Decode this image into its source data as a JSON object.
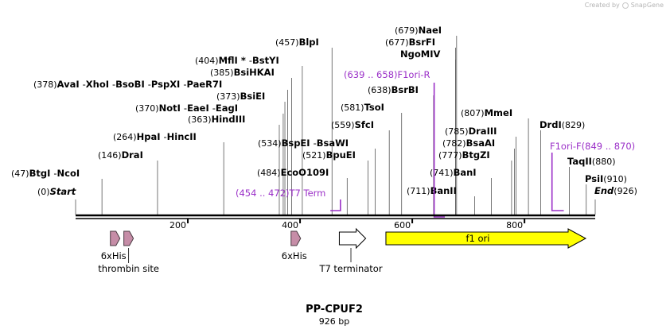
{
  "creator": {
    "prefix": "Created by",
    "brand": "SnapGene"
  },
  "map": {
    "title": "PP-CPUF2",
    "length_label": "926 bp",
    "length_bp": 926,
    "ruler_ticks": [
      "200",
      "400",
      "600",
      "800"
    ],
    "sites": [
      {
        "pos": "(0)",
        "names": [
          "Start"
        ],
        "bp": 0,
        "style": "italic"
      },
      {
        "pos": "(47)",
        "names": [
          "BtgI",
          "NcoI"
        ],
        "bp": 47
      },
      {
        "pos": "(146)",
        "names": [
          "DraI"
        ],
        "bp": 146
      },
      {
        "pos": "(264)",
        "names": [
          "HpaI",
          "HincII"
        ],
        "bp": 264
      },
      {
        "pos": "(363)",
        "names": [
          "HindIII"
        ],
        "bp": 363
      },
      {
        "pos": "(370)",
        "names": [
          "NotI",
          "EaeI",
          "EagI"
        ],
        "bp": 370
      },
      {
        "pos": "(373)",
        "names": [
          "BsiEI"
        ],
        "bp": 373
      },
      {
        "pos": "(378)",
        "names": [
          "AvaI",
          "XhoI",
          "BsoBI",
          "PspXI",
          "PaeR7I"
        ],
        "bp": 378
      },
      {
        "pos": "(385)",
        "names": [
          "BsiHKAI"
        ],
        "bp": 385
      },
      {
        "pos": "(404)",
        "names": [
          "MflI *",
          "BstYI"
        ],
        "bp": 404
      },
      {
        "pos": "(457)",
        "names": [
          "BlpI"
        ],
        "bp": 457
      },
      {
        "pos": "(484)",
        "names": [
          "EcoO109I"
        ],
        "bp": 484
      },
      {
        "pos": "(521)",
        "names": [
          "BpuEI"
        ],
        "bp": 521
      },
      {
        "pos": "(534)",
        "names": [
          "BspEI",
          "BsaWI"
        ],
        "bp": 534
      },
      {
        "pos": "(559)",
        "names": [
          "SfcI"
        ],
        "bp": 559
      },
      {
        "pos": "(581)",
        "names": [
          "TsoI"
        ],
        "bp": 581
      },
      {
        "pos": "(638)",
        "names": [
          "BsrBI"
        ],
        "bp": 638
      },
      {
        "pos": "(677)",
        "names": [
          "BsrFI"
        ],
        "bp": 677
      },
      {
        "pos": "",
        "names": [
          "NgoMIV"
        ],
        "bp": 677
      },
      {
        "pos": "(679)",
        "names": [
          "NaeI"
        ],
        "bp": 679
      },
      {
        "pos": "(711)",
        "names": [
          "BanII"
        ],
        "bp": 711
      },
      {
        "pos": "(741)",
        "names": [
          "BanI"
        ],
        "bp": 741
      },
      {
        "pos": "(777)",
        "names": [
          "BtgZI"
        ],
        "bp": 777
      },
      {
        "pos": "(782)",
        "names": [
          "BsaAI"
        ],
        "bp": 782
      },
      {
        "pos": "(785)",
        "names": [
          "DraIII"
        ],
        "bp": 785
      },
      {
        "pos": "(807)",
        "names": [
          "MmeI"
        ],
        "bp": 807
      },
      {
        "pos": "(829)",
        "names": [
          "DrdI"
        ],
        "bp": 829
      },
      {
        "pos": "(880)",
        "names": [
          "TaqII"
        ],
        "bp": 880
      },
      {
        "pos": "(910)",
        "names": [
          "PsiI"
        ],
        "bp": 910
      },
      {
        "pos": "(926)",
        "names": [
          "End"
        ],
        "bp": 926,
        "style": "italic"
      }
    ],
    "primers": [
      {
        "pos": "(454 .. 472)",
        "name": "T7 Term",
        "start": 454,
        "end": 472
      },
      {
        "pos": "(639 .. 658)",
        "name": "F1ori-R",
        "start": 639,
        "end": 658
      },
      {
        "pos": "(849 .. 870)",
        "name": "F1ori-F",
        "start": 849,
        "end": 870
      }
    ],
    "features": [
      {
        "label": "6xHis",
        "start": 62,
        "end": 79,
        "type": "his_tag"
      },
      {
        "label": "thrombin site",
        "start": 86,
        "end": 103,
        "type": "site"
      },
      {
        "label": "6xHis",
        "start": 384,
        "end": 401,
        "type": "his_tag"
      },
      {
        "label": "T7 terminator",
        "start": 470,
        "end": 517,
        "type": "terminator"
      },
      {
        "label": "f1 ori",
        "start": 553,
        "end": 909,
        "type": "origin"
      }
    ],
    "colors": {
      "primer": "#9b30c8",
      "his_tag": "#c68da7",
      "origin": "#ffff00",
      "terminator": "#ffffff",
      "text": "#000000",
      "position_text": "#000000",
      "tick_line": "#555555"
    }
  }
}
